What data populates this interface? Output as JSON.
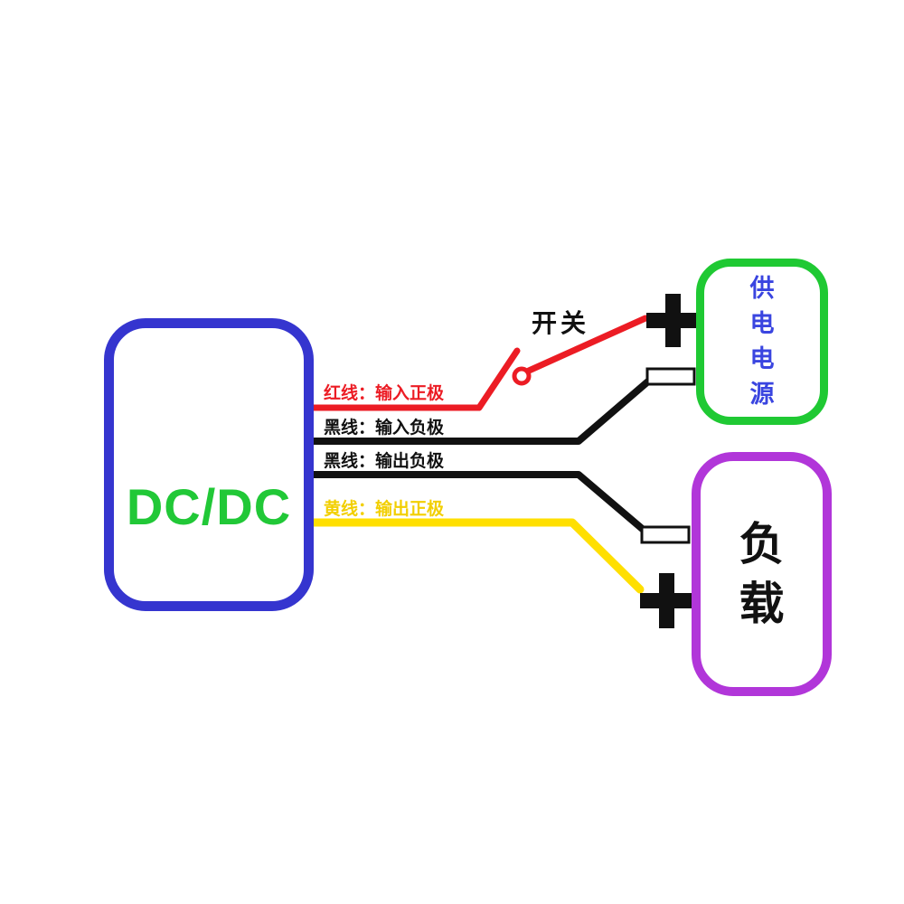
{
  "diagram": {
    "title_hint": "DC/DC converter wiring diagram",
    "dcdc_box": {
      "label": "DC/DC"
    },
    "power_supply_box": {
      "chars": [
        "供",
        "电",
        "电",
        "源"
      ]
    },
    "load_box": {
      "chars": [
        "负",
        "载"
      ]
    },
    "switch_label": "开关",
    "wire_labels": {
      "red": "红线：输入正极",
      "black_input": "黑线：输入负极",
      "black_output": "黑线：输出负极",
      "yellow": "黄线：输出正极"
    },
    "colors": {
      "dcdc_border": "#3535cf",
      "dcdc_text": "#21c837",
      "supply_border": "#1fc933",
      "supply_text": "#3a45e0",
      "load_border": "#b136d9",
      "load_text": "#111111",
      "red_wire": "#ec1c24",
      "black_wire": "#111111",
      "yellow_wire": "#ffdf00",
      "terminal": "#111111"
    }
  }
}
